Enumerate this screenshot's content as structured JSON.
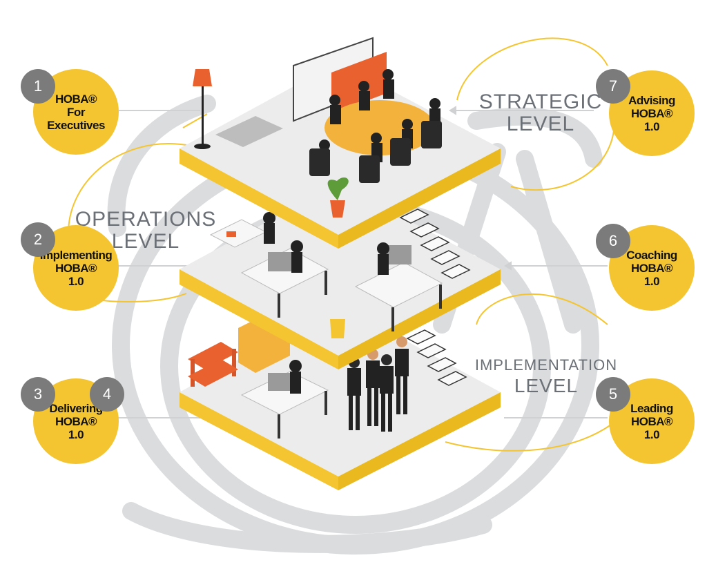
{
  "levels": {
    "strategic": {
      "line1": "STRATEGIC",
      "line2": "LEVEL"
    },
    "operations": {
      "line1": "OPERATIONS",
      "line2": "LEVEL"
    },
    "implementation": {
      "line1": "IMPLEMENTATION",
      "line2": "LEVEL"
    }
  },
  "nodes": [
    {
      "number": "1",
      "line1": "HOBA®",
      "line2": "For",
      "line3": "Executives"
    },
    {
      "number": "2",
      "line1": "Implementing",
      "line2": "HOBA®",
      "line3": "1.0"
    },
    {
      "number": "3",
      "number_b": "4",
      "line1": "Delivering",
      "line2": "HOBA®",
      "line3": "1.0"
    },
    {
      "number": "5",
      "line1": "Leading",
      "line2": "HOBA®",
      "line3": "1.0"
    },
    {
      "number": "6",
      "line1": "Coaching",
      "line2": "HOBA®",
      "line3": "1.0"
    },
    {
      "number": "7",
      "line1": "Advising",
      "line2": "HOBA®",
      "line3": "1.0"
    }
  ],
  "colors": {
    "accent": "#f4c531",
    "badge": "#7b7b7b",
    "text_gray": "#6b7077",
    "floor": "#ececec",
    "swirl": "#d9dbdd"
  }
}
